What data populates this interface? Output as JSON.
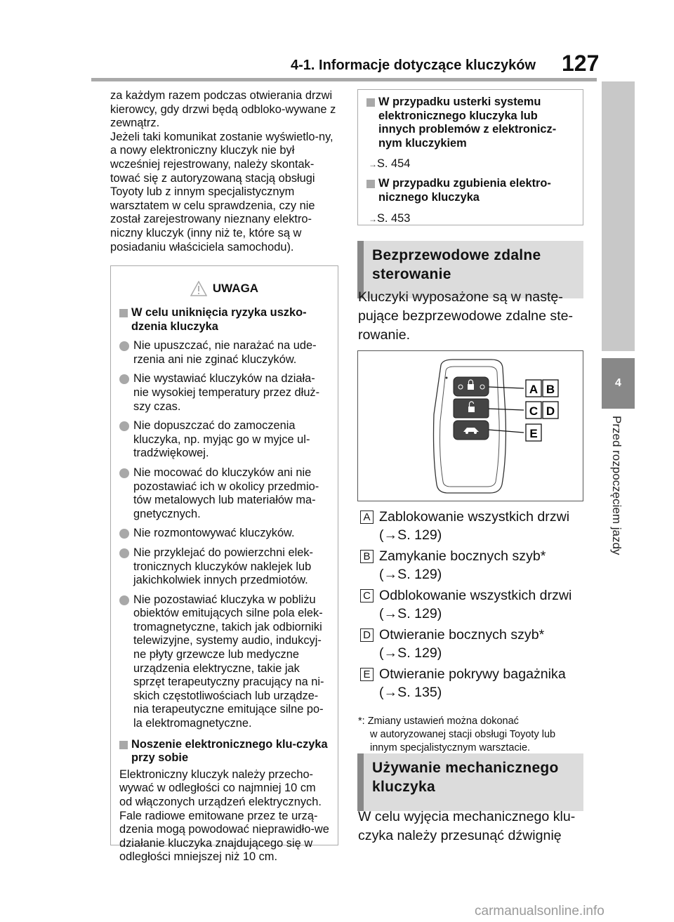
{
  "header": {
    "title": "4-1. Informacje dotyczące kluczyków",
    "page_number": "127"
  },
  "side_tab": {
    "number": "4",
    "label": "Przed rozpoczęciem jazdy"
  },
  "left_intro": "za każdym razem podczas otwierania drzwi kierowcy, gdy drzwi będą odbloko-wywane z zewnątrz.\nJeżeli taki komunikat zostanie wyświetlo-ny, a nowy elektroniczny kluczyk nie był wcześniej rejestrowany, należy skontak-tować się z autoryzowaną stacją obsługi Toyoty lub z innym specjalistycznym warsztatem w celu sprawdzenia, czy nie został zarejestrowany nieznany elektro-niczny kluczyk (inny niż te, które są w posiadaniu właściciela samochodu).",
  "warning": {
    "heading": "UWAGA",
    "section1_title": "W celu uniknięcia ryzyka uszko-dzenia kluczyka",
    "bullets": [
      "Nie upuszczać, nie narażać na ude-rzenia ani nie zginać kluczyków.",
      "Nie wystawiać kluczyków na działa-nie wysokiej temperatury przez dłuż-szy czas.",
      "Nie dopuszczać do zamoczenia kluczyka, np. myjąc go w myjce ul-tradźwiękowej.",
      "Nie mocować do kluczyków ani nie pozostawiać ich w okolicy przedmio-tów metalowych lub materiałów ma-gnetycznych.",
      "Nie rozmontowywać kluczyków.",
      "Nie przyklejać do powierzchni elek-tronicznych kluczyków naklejek lub jakichkolwiek innych przedmiotów.",
      "Nie pozostawiać kluczyka w pobliżu obiektów emitujących silne pola elek-tromagnetyczne, takich jak odbiorniki telewizyjne, systemy audio, indukcyj-ne płyty grzewcze lub medyczne urządzenia elektryczne, takie jak sprzęt terapeutyczny pracujący na ni-skich częstotliwościach lub urządze-nia terapeutyczne emitujące silne po-la elektromagnetyczne."
    ],
    "section2_title": "Noszenie elektronicznego klu-czyka przy sobie",
    "section2_text": "Elektroniczny kluczyk należy przecho-wywać w odległości co najmniej 10 cm od włączonych urządzeń elektrycznych. Fale radiowe emitowane przez te urzą-dzenia mogą powodować nieprawidło-we działanie kluczyka znajdującego się w odległości mniejszej niż 10 cm."
  },
  "info_box": {
    "item1_title": "W przypadku usterki systemu elektronicznego kluczyka lub innych problemów z elektronicz-nym kluczykiem",
    "item1_ref": "S. 454",
    "item2_title": "W przypadku zgubienia elektro-nicznego kluczyka",
    "item2_ref": "S. 453",
    "arrow": "→"
  },
  "remote_section": {
    "heading": "Bezprzewodowe zdalne sterowanie",
    "intro": "Kluczyki wyposażone są w nastę-pujące bezprzewodowe zdalne ste-rowanie.",
    "figure_labels": [
      "A",
      "B",
      "C",
      "D",
      "E"
    ],
    "items": [
      {
        "key": "A",
        "text": "Zablokowanie wszystkich drzwi",
        "ref": "(→S. 129)"
      },
      {
        "key": "B",
        "text": "Zamykanie bocznych szyb*",
        "ref": "(→S. 129)"
      },
      {
        "key": "C",
        "text": "Odblokowanie wszystkich drzwi",
        "ref": "(→S. 129)"
      },
      {
        "key": "D",
        "text": "Otwieranie bocznych szyb*",
        "ref": "(→S. 129)"
      },
      {
        "key": "E",
        "text": "Otwieranie pokrywy bagażnika",
        "ref": "(→S. 135)"
      }
    ],
    "footnote_line1": "*: Zmiany ustawień można dokonać",
    "footnote_line2": "w autoryzowanej stacji obsługi Toyoty lub innym specjalistycznym warsztacie."
  },
  "mechanical_section": {
    "heading": "Używanie mechanicznego kluczyka",
    "intro": "W celu wyjęcia mechanicznego klu-czyka należy przesunąć dźwignię"
  },
  "watermark": "carmanualsonline.info"
}
